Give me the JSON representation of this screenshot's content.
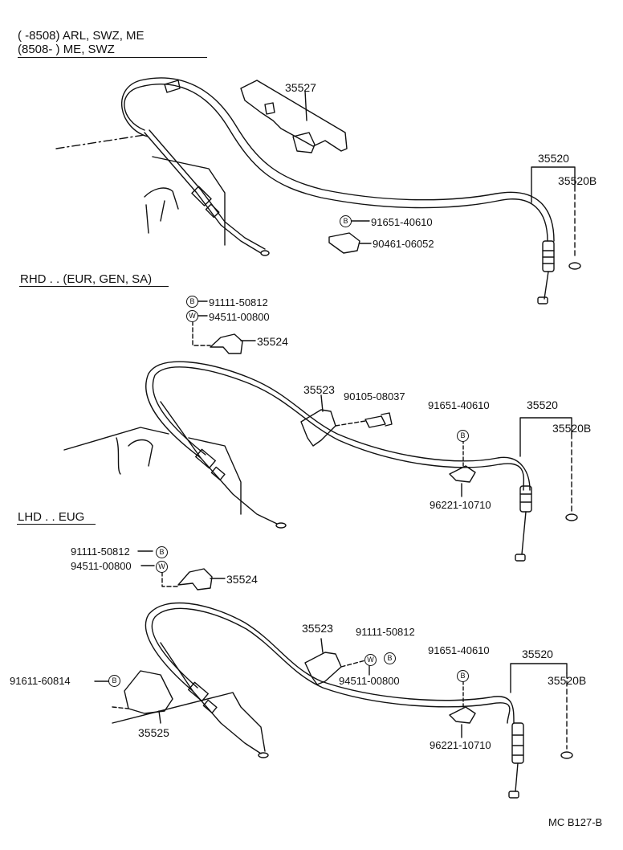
{
  "header": {
    "line1": "(        -8508) ARL, SWZ, ME",
    "line2": "(8508-          ) ME, SWZ"
  },
  "sections": {
    "rhd": "RHD . . (EUR, GEN, SA)",
    "lhd": "LHD . . EUG"
  },
  "badges": {
    "bolt": "B",
    "washer": "W"
  },
  "section1": {
    "p35527": "35527",
    "p35520": "35520",
    "p35520b": "35520B",
    "p91651": "91651-40610",
    "p90461": "90461-06052"
  },
  "section2": {
    "p91111": "91111-50812",
    "p94511": "94511-00800",
    "p35524": "35524",
    "p35523": "35523",
    "p90105": "90105-08037",
    "p91651": "91651-40610",
    "p35520": "35520",
    "p35520b": "35520B",
    "p96221": "96221-10710"
  },
  "section3": {
    "p91111a": "91111-50812",
    "p94511a": "94511-00800",
    "p35524": "35524",
    "p35523": "35523",
    "p91111b": "91111-50812",
    "p94511b": "94511-00800",
    "p91611": "91611-60814",
    "p35525": "35525",
    "p91651": "91651-40610",
    "p35520": "35520",
    "p35520b": "35520B",
    "p96221": "96221-10710"
  },
  "footer": {
    "code": "MC B127-B"
  }
}
